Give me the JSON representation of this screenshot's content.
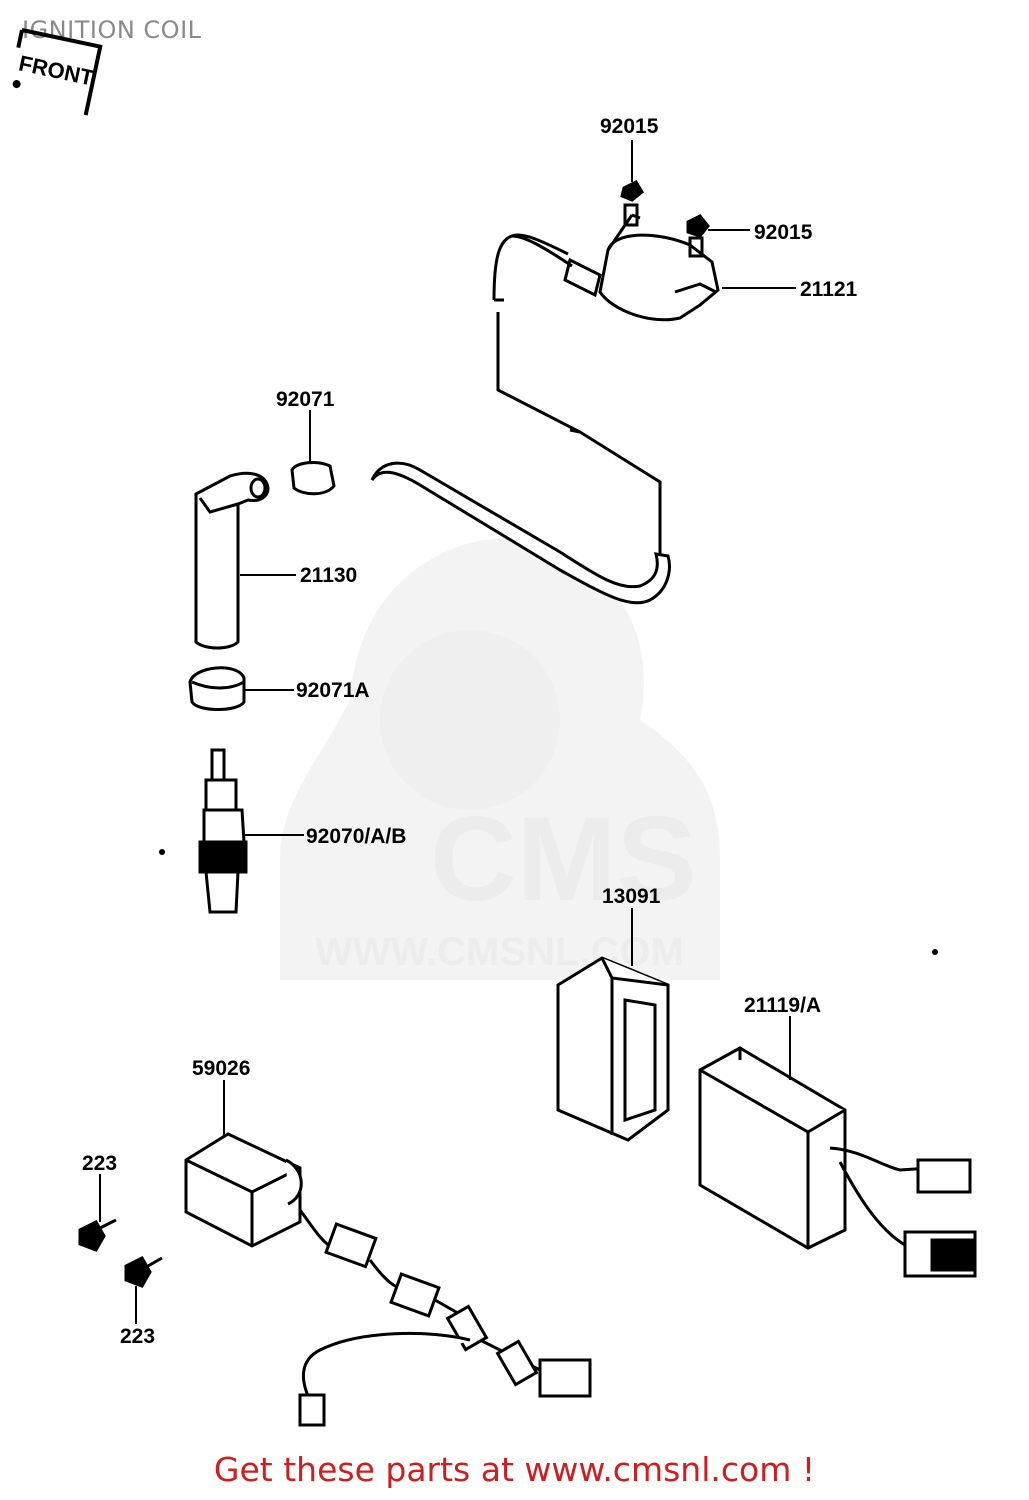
{
  "page": {
    "title": "IGNITION COIL",
    "front_marker": "FRONT",
    "footer_link": "Get these parts at www.cmsnl.com !"
  },
  "watermark": {
    "brand": "CMS",
    "url": "WWW.CMSNL.COM"
  },
  "parts": [
    {
      "id": "p-92015-top",
      "number": "92015",
      "name": "cap"
    },
    {
      "id": "p-92015-side",
      "number": "92015",
      "name": "cap"
    },
    {
      "id": "p-21121",
      "number": "21121",
      "name": "ignition-coil"
    },
    {
      "id": "p-92071",
      "number": "92071",
      "name": "cap"
    },
    {
      "id": "p-21130",
      "number": "21130",
      "name": "plug-cap"
    },
    {
      "id": "p-92071A",
      "number": "92071A",
      "name": "seal"
    },
    {
      "id": "p-92070",
      "number": "92070/A/B",
      "name": "spark-plug"
    },
    {
      "id": "p-13091",
      "number": "13091",
      "name": "cover"
    },
    {
      "id": "p-21119",
      "number": "21119/A",
      "name": "igniter"
    },
    {
      "id": "p-59026",
      "number": "59026",
      "name": "pulser-unit"
    },
    {
      "id": "p-223-a",
      "number": "223",
      "name": "screw"
    },
    {
      "id": "p-223-b",
      "number": "223",
      "name": "screw"
    }
  ],
  "colors": {
    "ink": "#000000",
    "title": "#8a8a8a",
    "watermark": "#ececec",
    "footer": "#d11d1d"
  }
}
